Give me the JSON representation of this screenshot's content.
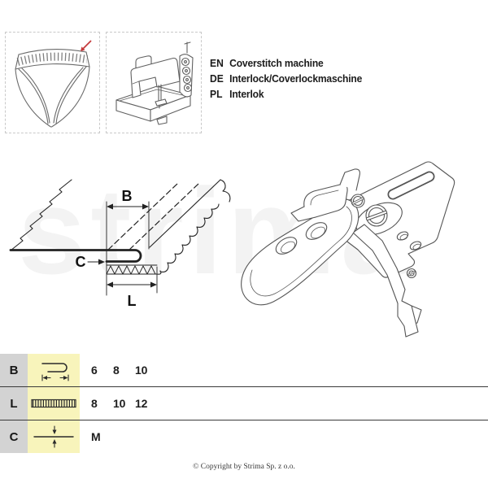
{
  "page": {
    "watermark": "strima",
    "footer": "© Copyright by Strima Sp. z o.o."
  },
  "languages": [
    {
      "code": "EN",
      "label": "Coverstitch machine"
    },
    {
      "code": "DE",
      "label": "Interlock/Coverlockmaschine"
    },
    {
      "code": "PL",
      "label": "Interlok"
    }
  ],
  "thumbnails": {
    "garment": "underwear-waistband-thumbnail",
    "machine": "coverstitch-machine-thumbnail"
  },
  "diagram": {
    "labels": {
      "b": "B",
      "c": "C",
      "l": "L"
    }
  },
  "spec_table": {
    "rows": [
      {
        "key": "B",
        "icon": "hem-fold-width-icon",
        "values": [
          "6",
          "8",
          "10"
        ]
      },
      {
        "key": "L",
        "icon": "stitch-coverage-icon",
        "values": [
          "8",
          "10",
          "12"
        ]
      },
      {
        "key": "C",
        "icon": "material-thickness-icon",
        "values": [
          "M"
        ]
      }
    ]
  },
  "colors": {
    "red_arrow": "#c43a3c",
    "table_key_bg": "#d3d3d3",
    "table_icon_bg": "#f8f4bb",
    "line_art": "#555555"
  }
}
